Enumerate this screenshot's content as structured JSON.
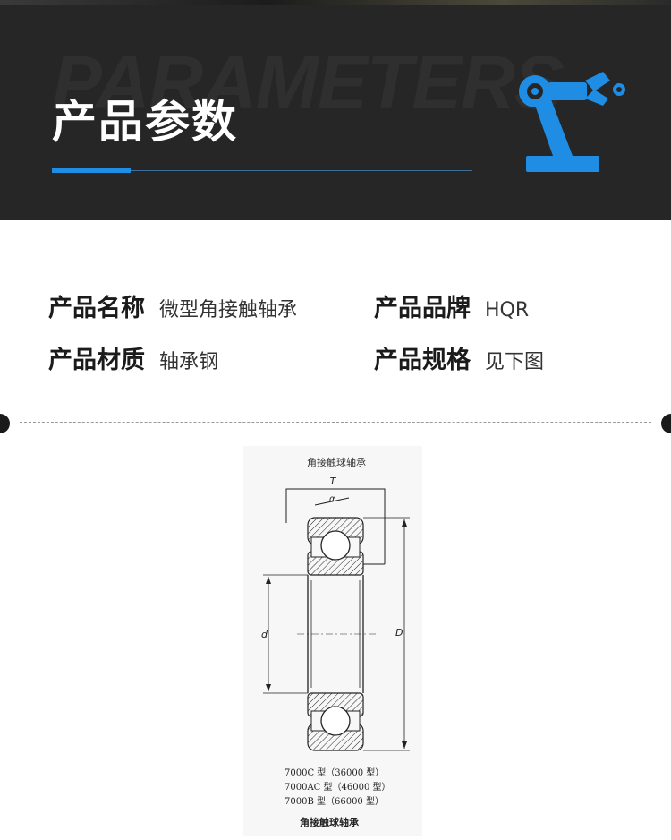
{
  "banner": {
    "bg_word": "PARAMETERS",
    "title": "产品参数",
    "icon": "robot-arm-icon",
    "accent": "#1f8de3",
    "background": "#262626"
  },
  "params": [
    {
      "label": "产品名称",
      "value": "微型角接触轴承"
    },
    {
      "label": "产品品牌",
      "value": "HQR"
    },
    {
      "label": "产品材质",
      "value": "轴承钢"
    },
    {
      "label": "产品规格",
      "value": "见下图"
    }
  ],
  "drawing": {
    "top_caption": "角接触球轴承",
    "label_T": "T",
    "label_alpha": "α",
    "label_d": "d",
    "label_D": "D",
    "types": [
      "7000C 型（36000 型）",
      "7000AC 型（46000 型）",
      "7000B 型（66000 型）"
    ],
    "bottom_caption": "角接触球轴承"
  }
}
